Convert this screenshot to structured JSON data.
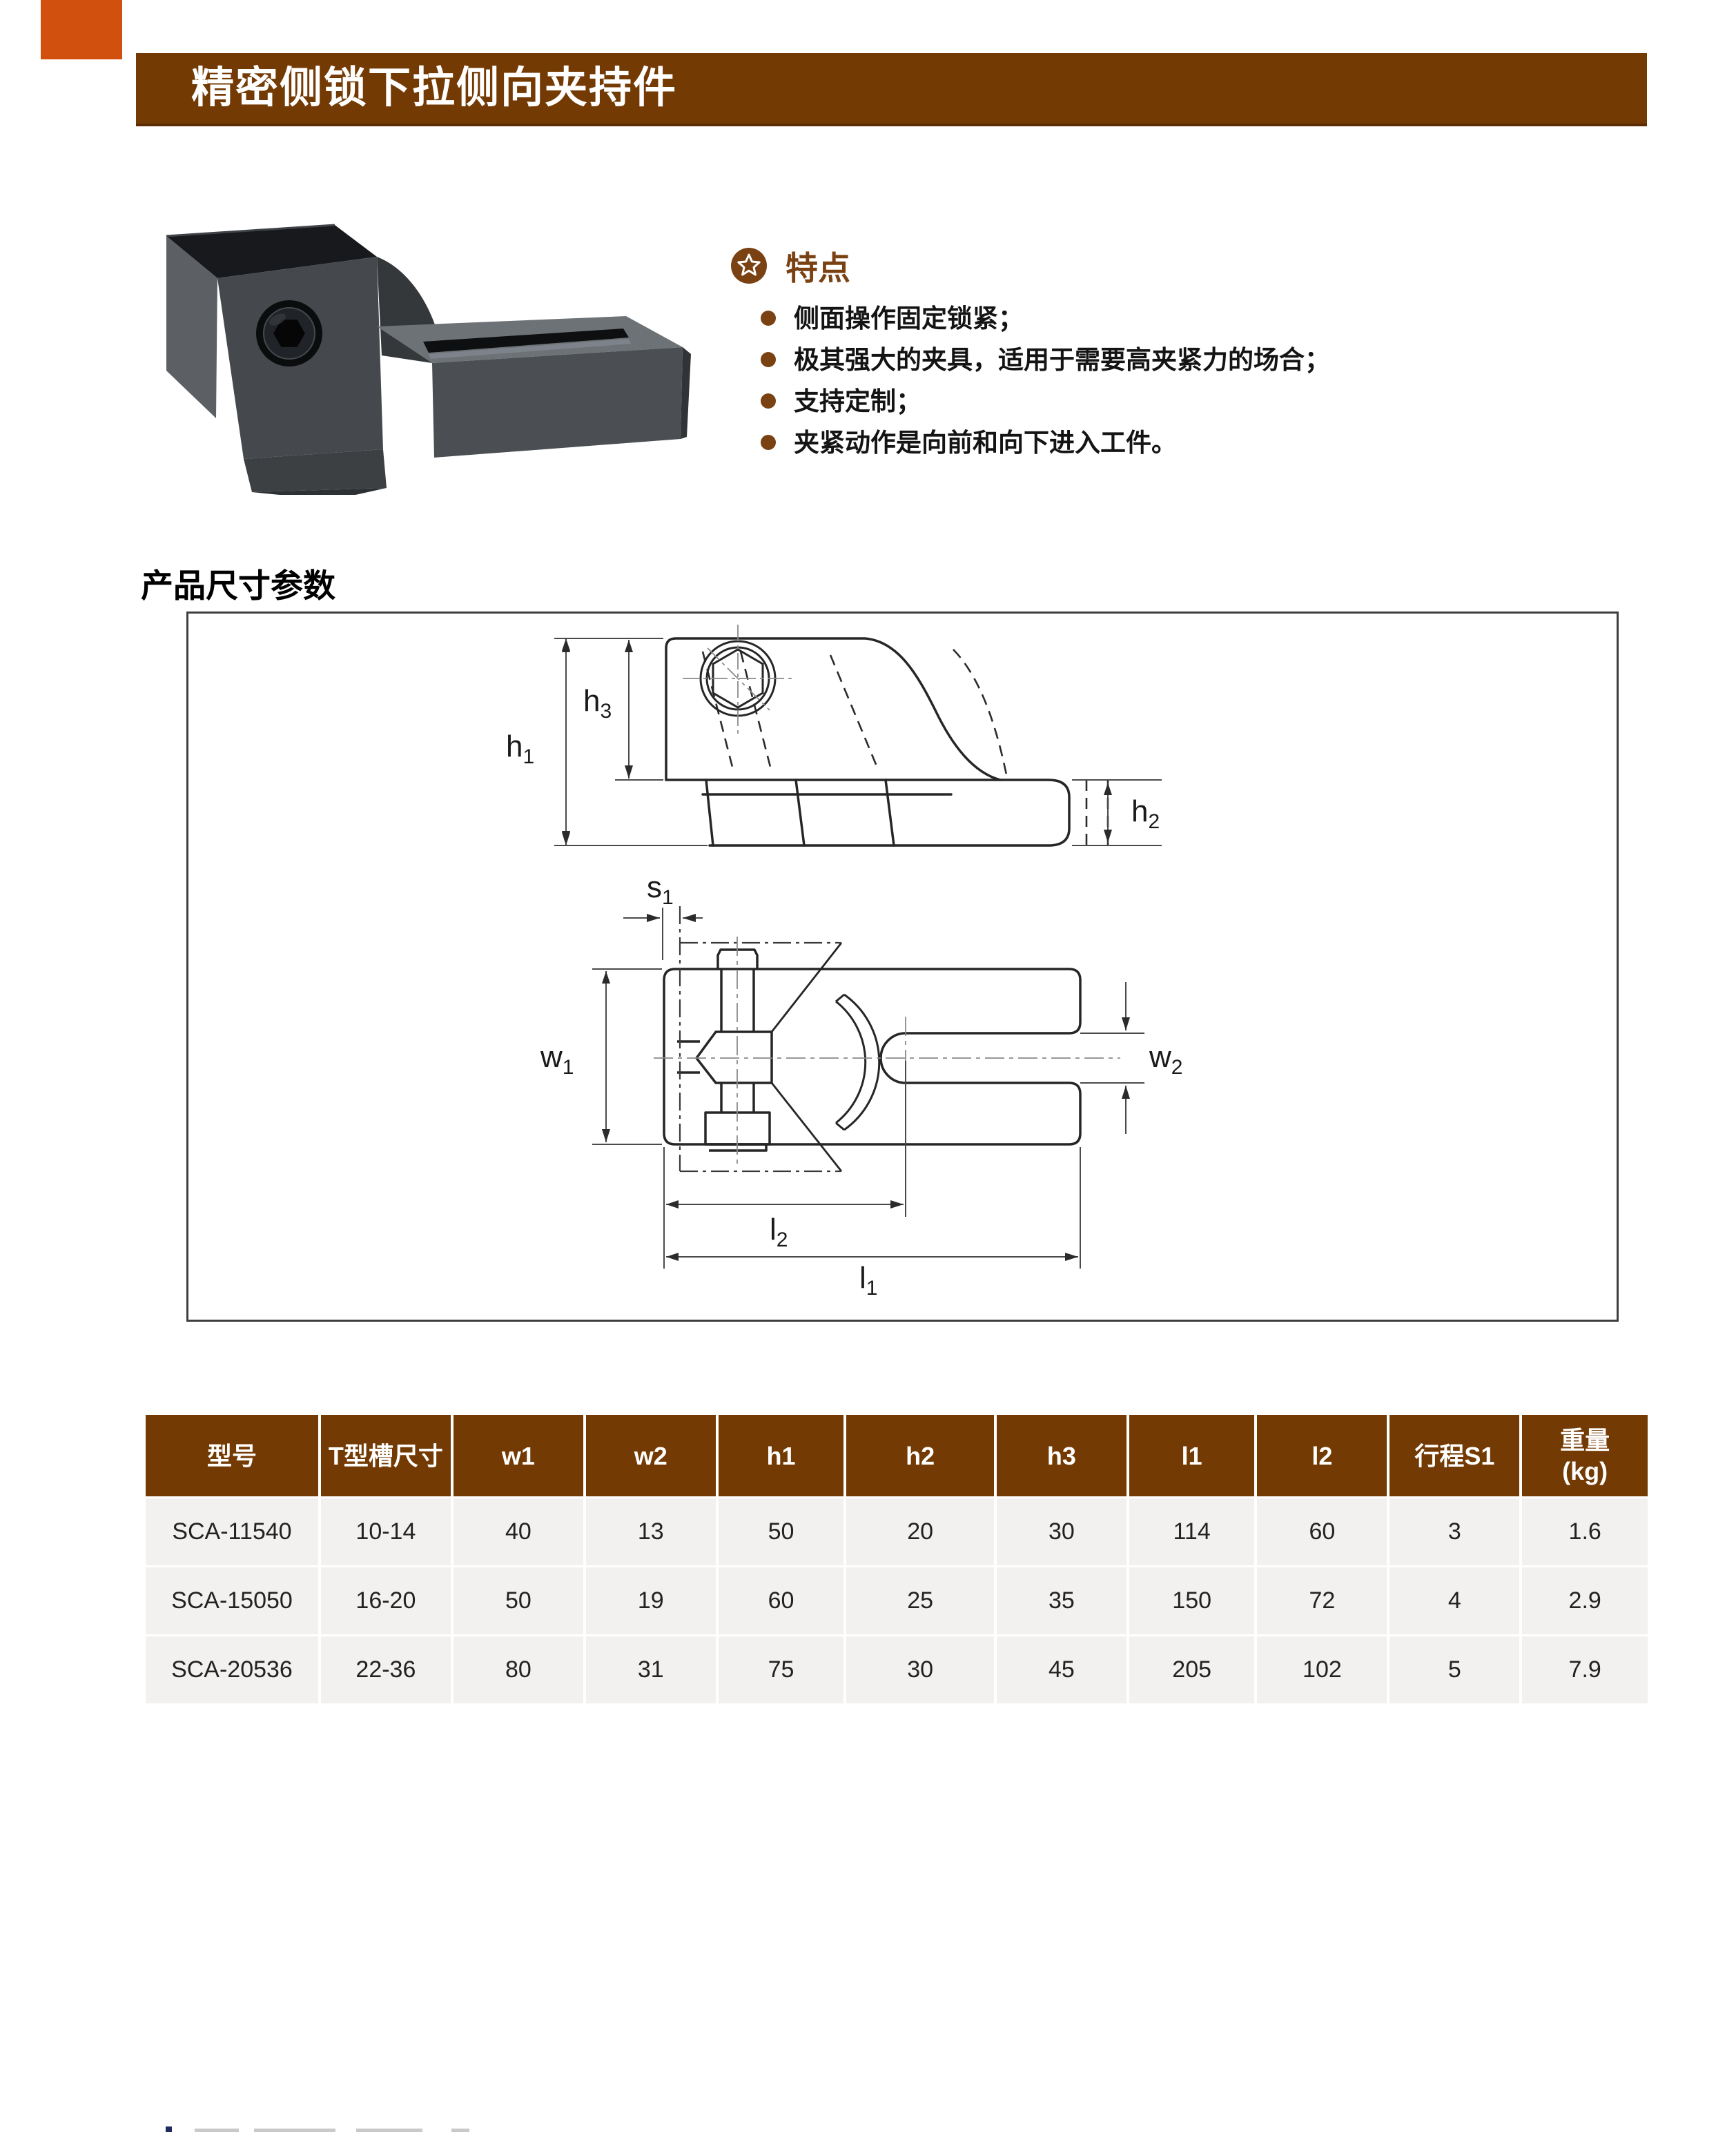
{
  "header": {
    "title": "精密侧锁下拉侧向夹持件",
    "bar_color": "#743A03",
    "corner_accent_color": "#D2500E"
  },
  "features": {
    "heading": "特点",
    "accent_color": "#7A4113",
    "icon": "star-circle-icon",
    "items": [
      "侧面操作固定锁紧；",
      "极其强大的夹具，适用于需要高夹紧力的场合；",
      "支持定制；",
      "夹紧动作是向前和向下进入工件。"
    ]
  },
  "dimensions_section": {
    "heading": "产品尺寸参数",
    "labels": [
      {
        "base": "h",
        "sub": "1"
      },
      {
        "base": "h",
        "sub": "3"
      },
      {
        "base": "h",
        "sub": "2"
      },
      {
        "base": "s",
        "sub": "1"
      },
      {
        "base": "w",
        "sub": "1"
      },
      {
        "base": "w",
        "sub": "2"
      },
      {
        "base": "l",
        "sub": "2"
      },
      {
        "base": "l",
        "sub": "1"
      }
    ]
  },
  "table": {
    "header_bg": "#743A03",
    "row_bg": "#F2F1EF",
    "headers": [
      "型号",
      "T型槽尺寸",
      "w1",
      "w2",
      "h1",
      "h2",
      "h3",
      "l1",
      "l2",
      "行程S1"
    ],
    "weight_header": {
      "line1": "重量",
      "line2": "(kg)"
    },
    "rows": [
      [
        "SCA-11540",
        "10-14",
        "40",
        "13",
        "50",
        "20",
        "30",
        "114",
        "60",
        "3",
        "1.6"
      ],
      [
        "SCA-15050",
        "16-20",
        "50",
        "19",
        "60",
        "25",
        "35",
        "150",
        "72",
        "4",
        "2.9"
      ],
      [
        "SCA-20536",
        "22-36",
        "80",
        "31",
        "75",
        "30",
        "45",
        "205",
        "102",
        "5",
        "7.9"
      ]
    ]
  }
}
